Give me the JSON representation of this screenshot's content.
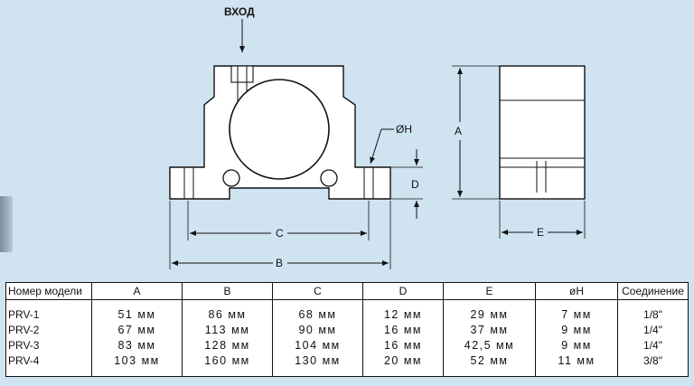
{
  "drawing": {
    "inlet_label": "ВХОД",
    "dim_a": "A",
    "dim_b": "B",
    "dim_c": "C",
    "dim_d": "D",
    "dim_e": "E",
    "dim_h": "ØH"
  },
  "table": {
    "headers": [
      "Номер модели",
      "A",
      "B",
      "C",
      "D",
      "E",
      "øH",
      "Соединение"
    ],
    "rows": [
      {
        "model": "PRV-1",
        "a": "51 мм",
        "b": "86 мм",
        "c": "68 мм",
        "d": "12 мм",
        "e": "29 мм",
        "h": "7 мм",
        "conn": "1/8\""
      },
      {
        "model": "PRV-2",
        "a": "67 мм",
        "b": "113 мм",
        "c": "90 мм",
        "d": "16 мм",
        "e": "37 мм",
        "h": "9 мм",
        "conn": "1/4\""
      },
      {
        "model": "PRV-3",
        "a": "83 мм",
        "b": "128 мм",
        "c": "104 мм",
        "d": "16 мм",
        "e": "42,5 мм",
        "h": "9 мм",
        "conn": "1/4\""
      },
      {
        "model": "PRV-4",
        "a": "103 мм",
        "b": "160 мм",
        "c": "130 мм",
        "d": "20 мм",
        "e": "52 мм",
        "h": "11 мм",
        "conn": "3/8\""
      }
    ]
  }
}
